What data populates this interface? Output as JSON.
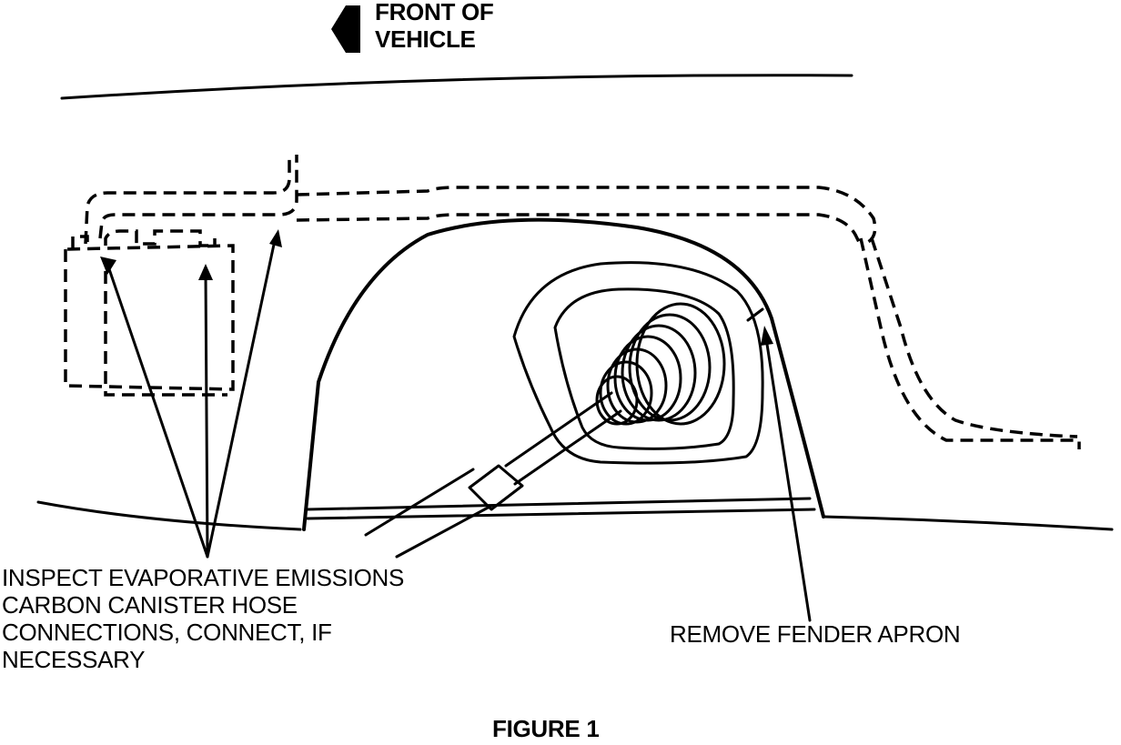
{
  "direction_label": {
    "line1": "FRONT OF",
    "line2": "VEHICLE"
  },
  "callouts": {
    "canister": {
      "line1": "INSPECT EVAPORATIVE EMISSIONS",
      "line2": "CARBON CANISTER HOSE",
      "line3": "CONNECTIONS, CONNECT, IF",
      "line4": "NECESSARY"
    },
    "apron": {
      "text": "REMOVE FENDER APRON"
    }
  },
  "caption": "FIGURE 1"
}
